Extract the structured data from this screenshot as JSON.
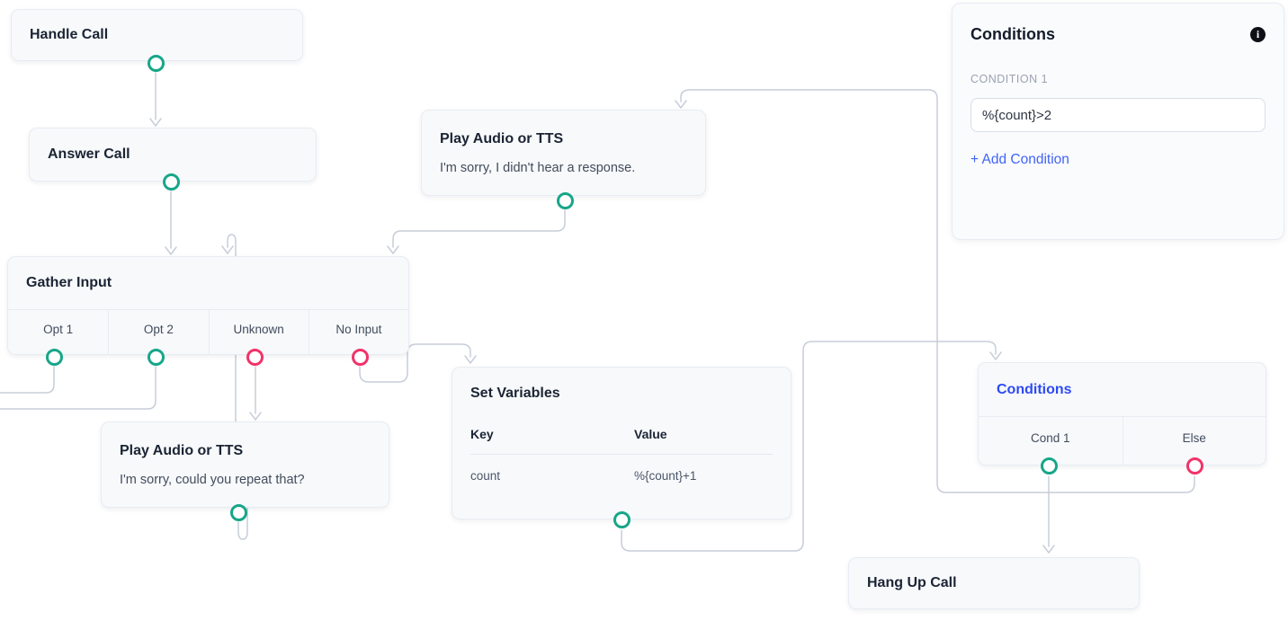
{
  "canvas": {
    "nodes": {
      "handle_call": {
        "title": "Handle Call"
      },
      "answer_call": {
        "title": "Answer Call"
      },
      "play_audio_no_response": {
        "title": "Play Audio or TTS",
        "message": "I'm sorry, I didn't hear a response."
      },
      "gather_input": {
        "title": "Gather Input",
        "options": {
          "opt1": "Opt 1",
          "opt2": "Opt 2",
          "unknown": "Unknown",
          "no_input": "No Input"
        }
      },
      "play_audio_repeat": {
        "title": "Play Audio or TTS",
        "message": "I'm sorry, could you repeat that?"
      },
      "set_variables": {
        "title": "Set Variables",
        "columns": {
          "key": "Key",
          "value": "Value"
        },
        "rows": [
          {
            "key": "count",
            "value": "%{count}+1"
          }
        ]
      },
      "conditions": {
        "title": "Conditions",
        "branches": {
          "cond1": "Cond 1",
          "else": "Else"
        },
        "selected": true
      },
      "hang_up_call": {
        "title": "Hang Up Call"
      }
    }
  },
  "panel": {
    "title": "Conditions",
    "info_icon": "i",
    "section_label": "CONDITION 1",
    "condition_value": "%{count}>2",
    "add_condition": "+ Add Condition"
  },
  "colors": {
    "edge": "#c7cdd9",
    "port_success": "#17a689",
    "port_failure": "#f23269",
    "selected_title": "#2e4bf2",
    "link": "#4164f6",
    "node_bg": "#f7f9fb"
  }
}
